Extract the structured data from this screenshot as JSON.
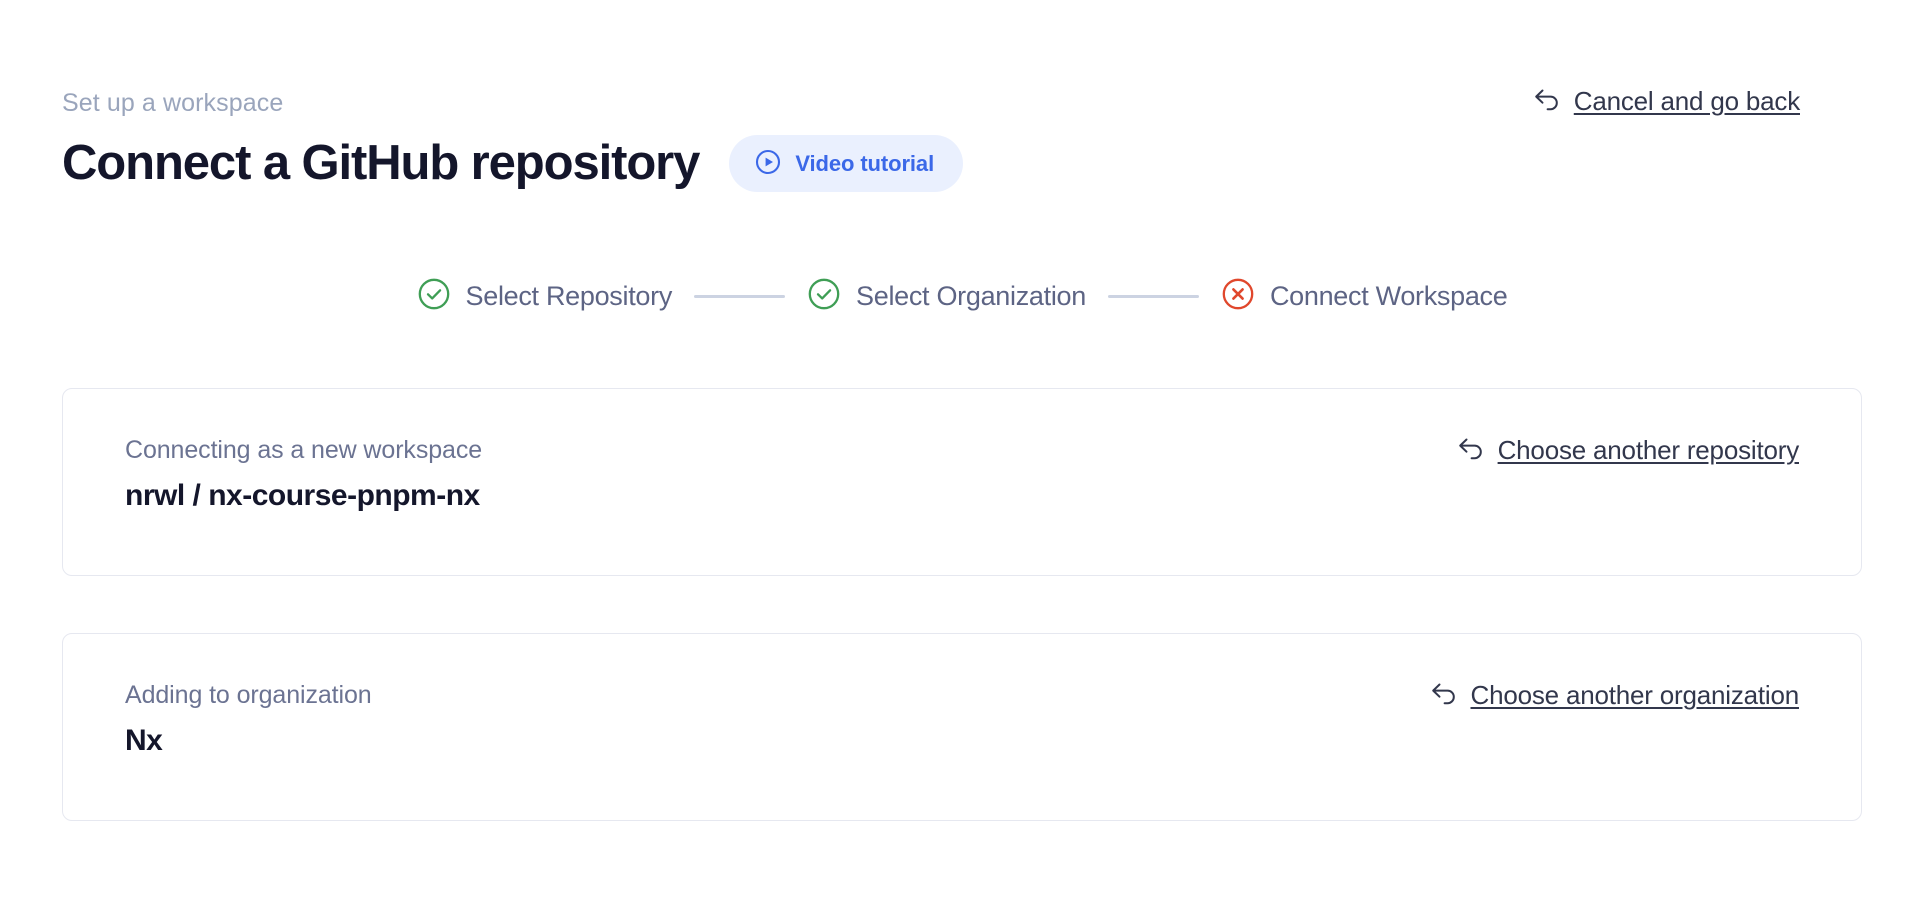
{
  "header": {
    "eyebrow": "Set up a workspace",
    "title": "Connect a GitHub repository",
    "video_badge_label": "Video tutorial",
    "video_badge_icon": "play-circle-icon",
    "cancel_label": "Cancel and go back",
    "cancel_icon": "back-arrow-icon"
  },
  "colors": {
    "accent_blue": "#3b68e8",
    "badge_background": "#eaf0fe",
    "step_done": "#3f9e55",
    "step_error": "#e0472c",
    "connector": "#ccd3e2",
    "card_border": "#e6e8f0",
    "title": "#14162b",
    "muted": "#6b7392",
    "eyebrow": "#9aa5bc"
  },
  "stepper": {
    "steps": [
      {
        "label": "Select Repository",
        "state": "complete",
        "icon": "check-circle-icon"
      },
      {
        "label": "Select Organization",
        "state": "complete",
        "icon": "check-circle-icon"
      },
      {
        "label": "Connect Workspace",
        "state": "error",
        "icon": "x-circle-icon"
      }
    ]
  },
  "cards": [
    {
      "caption": "Connecting as a new workspace",
      "value": {
        "owner": "nrwl",
        "separator": "/",
        "repo": "nx-course-pnpm-nx"
      },
      "action_label": "Choose another repository",
      "action_icon": "back-arrow-icon"
    },
    {
      "caption": "Adding to organization",
      "value_single": "Nx",
      "action_label": "Choose another organization",
      "action_icon": "back-arrow-icon"
    }
  ]
}
